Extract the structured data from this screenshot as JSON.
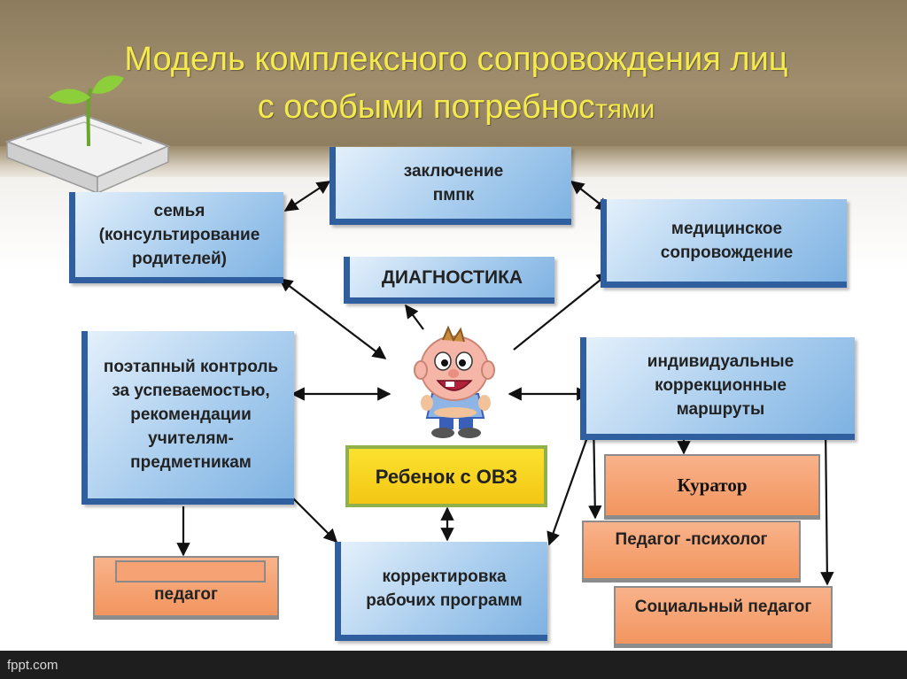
{
  "title": {
    "line1": "Модель комплексного сопровождения лиц",
    "line2_main": "с особыми потребнос",
    "line2_tail": "тями"
  },
  "boxes": {
    "conclusion": "заключение пмпк",
    "family": "семья (консультирование родителей)",
    "medical": "медицинское сопровождение",
    "diagnostics": "ДИАГНОСТИКА",
    "control": "поэтапный контроль за успеваемостью, рекомендации учителям-предметникам",
    "routes": "индивидуальные коррекционные маршруты",
    "child": "Ребенок с ОВЗ",
    "curator": "Куратор",
    "psychologist": "Педагог -психолог",
    "social": "Социальный педагог",
    "pedagog": "педагог",
    "correction": "корректировка рабочих программ"
  },
  "footer": {
    "brand": "fppt.com"
  },
  "colors": {
    "header": "#9c8a69",
    "title": "#f4ea4c",
    "blue_box": "#a9cdee",
    "blue_edge": "#2f5f9e",
    "orange_box": "#f2955f",
    "yellow_box": "#f3c614"
  }
}
